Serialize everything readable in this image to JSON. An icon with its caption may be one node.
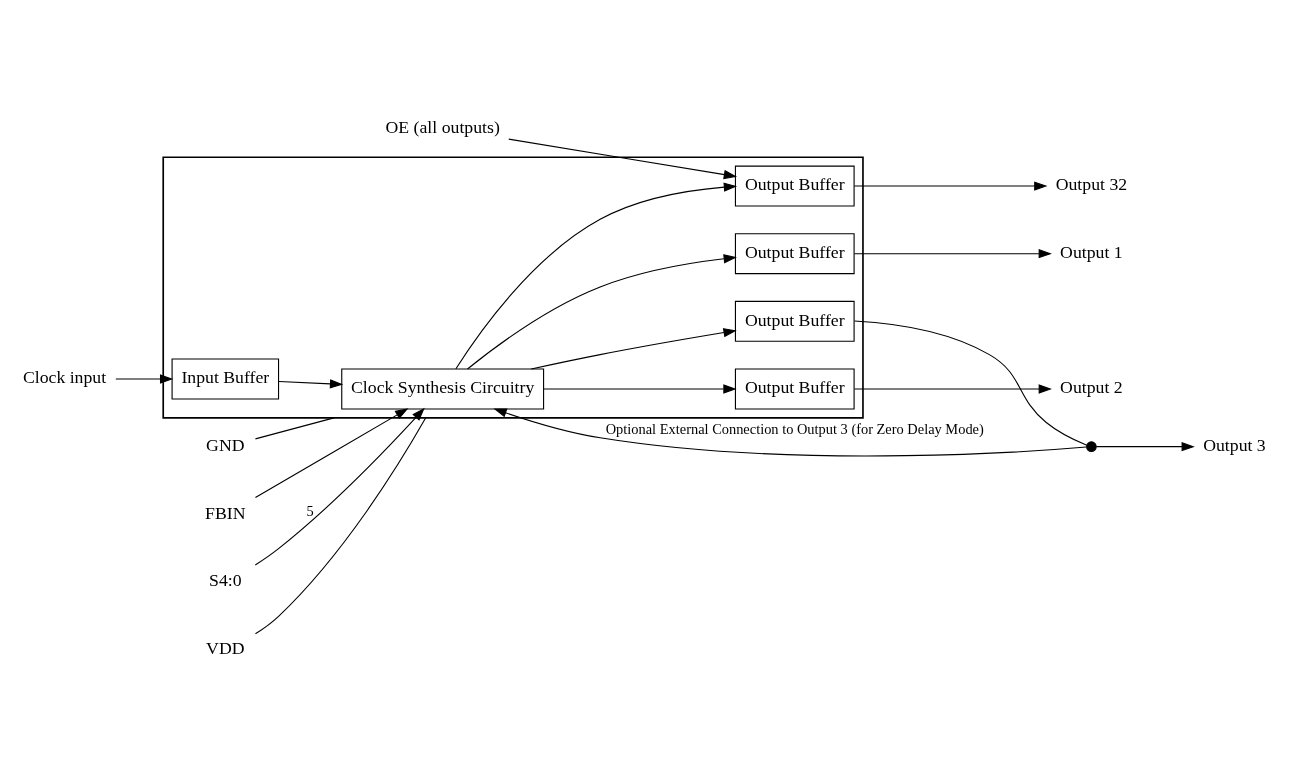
{
  "diagram": {
    "nodes": [
      {
        "text": [
          "VDD"
        ]
      },
      {
        "text": [
          "GND"
        ]
      },
      {
        "text": [],
        "shape": "box"
      },
      {
        "text": [
          "FBIN"
        ]
      },
      {
        "text": [
          "S4:0"
        ]
      },
      {
        "text": [
          "Clock Synthesis Circuitry"
        ],
        "in": 2
      },
      {
        "text": [
          "Output Buffer"
        ],
        "in": 2
      },
      {
        "text": [
          "Output Buffer"
        ],
        "in": 2
      },
      {
        "text": [
          "Output Buffer"
        ],
        "in": 2
      },
      {
        "text": [
          "Output Buffer"
        ],
        "in": 2
      },
      {
        "text": [
          "Clock input"
        ]
      },
      {
        "text": [
          "Input Buffer"
        ],
        "in": 2
      },
      {
        "text": [
          "Output 1"
        ]
      },
      {
        "text": [
          "Output 2"
        ]
      },
      {
        "text": [
          "Output 3"
        ]
      },
      {
        "text": [
          "Output 32"
        ]
      },
      {
        "text": [],
        "shape": "circle"
      },
      {
        "text": [
          "OE (all outputs)"
        ]
      }
    ],
    "edges": [
      {
        "from": 0,
        "to": 2,
        "arrow": "none"
      },
      {
        "from": 1,
        "to": 2,
        "arrow": "none"
      },
      {
        "from": 3,
        "to": 5,
        "arrow": "to"
      },
      {
        "from": 4,
        "to": 5,
        "arrow": "to",
        "label": "5"
      },
      {
        "from": 10,
        "to": 11,
        "arrow": "to"
      },
      {
        "from": 11,
        "to": 5,
        "arrow": "to"
      },
      {
        "from": 5,
        "to": 6,
        "arrow": "to"
      },
      {
        "from": 5,
        "to": 7,
        "arrow": "to"
      },
      {
        "from": 5,
        "to": 8,
        "arrow": "to"
      },
      {
        "from": 5,
        "to": 9,
        "arrow": "to"
      },
      {
        "from": 6,
        "to": 12,
        "arrow": "to"
      },
      {
        "from": 7,
        "to": 13,
        "arrow": "to"
      },
      {
        "from": 8,
        "to": 16,
        "arrow": "none"
      },
      {
        "from": 16,
        "to": 14,
        "arrow": "to"
      },
      {
        "from": 16,
        "to": 5,
        "arrow": "to",
        "label": "Optional External Connection to Output 3 (for Zero Delay Mode)"
      },
      {
        "from": 9,
        "to": 15,
        "arrow": "to"
      },
      {
        "from": 17,
        "to": 9,
        "arrow": "to"
      }
    ]
  }
}
